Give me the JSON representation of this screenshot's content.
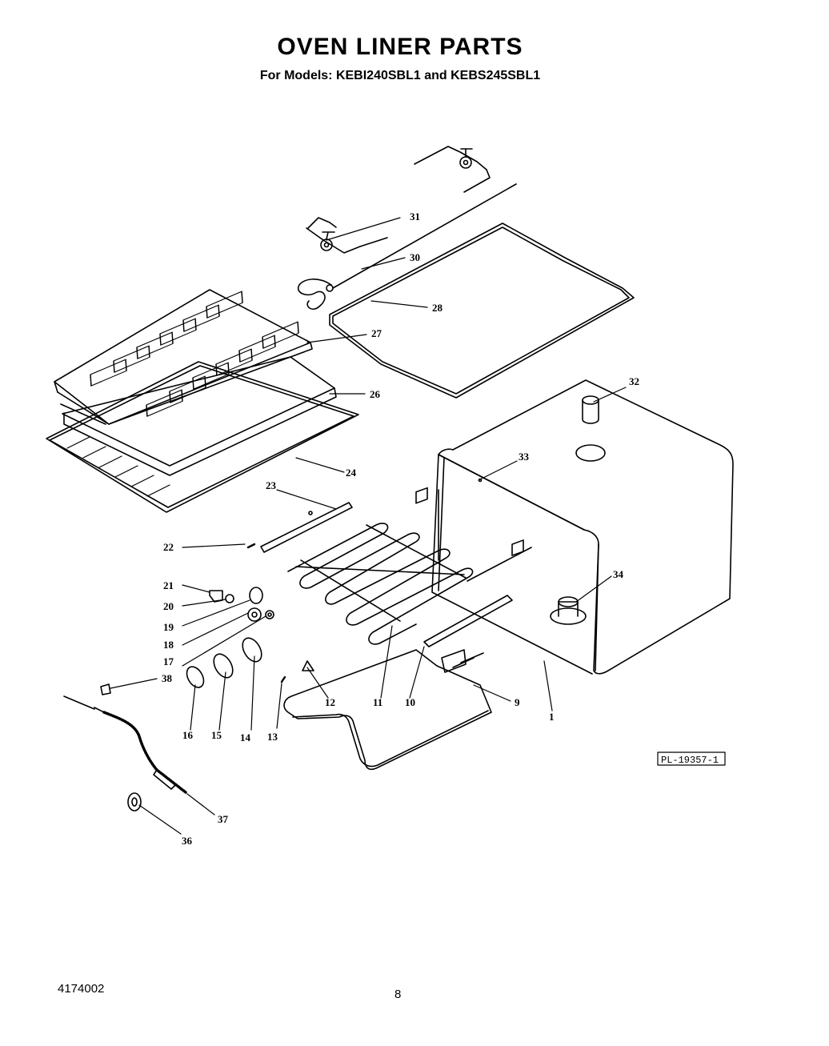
{
  "title": "OVEN LINER PARTS",
  "subtitle": "For Models: KEBI240SBL1 and KEBS245SBL1",
  "reference_code": "PL-19357-1",
  "footer": {
    "doc_number": "4174002",
    "page_number": "8"
  },
  "callouts": [
    "1",
    "9",
    "10",
    "11",
    "12",
    "13",
    "14",
    "15",
    "16",
    "17",
    "18",
    "19",
    "20",
    "21",
    "22",
    "23",
    "24",
    "26",
    "27",
    "28",
    "30",
    "31",
    "32",
    "33",
    "34",
    "36",
    "37",
    "38"
  ]
}
